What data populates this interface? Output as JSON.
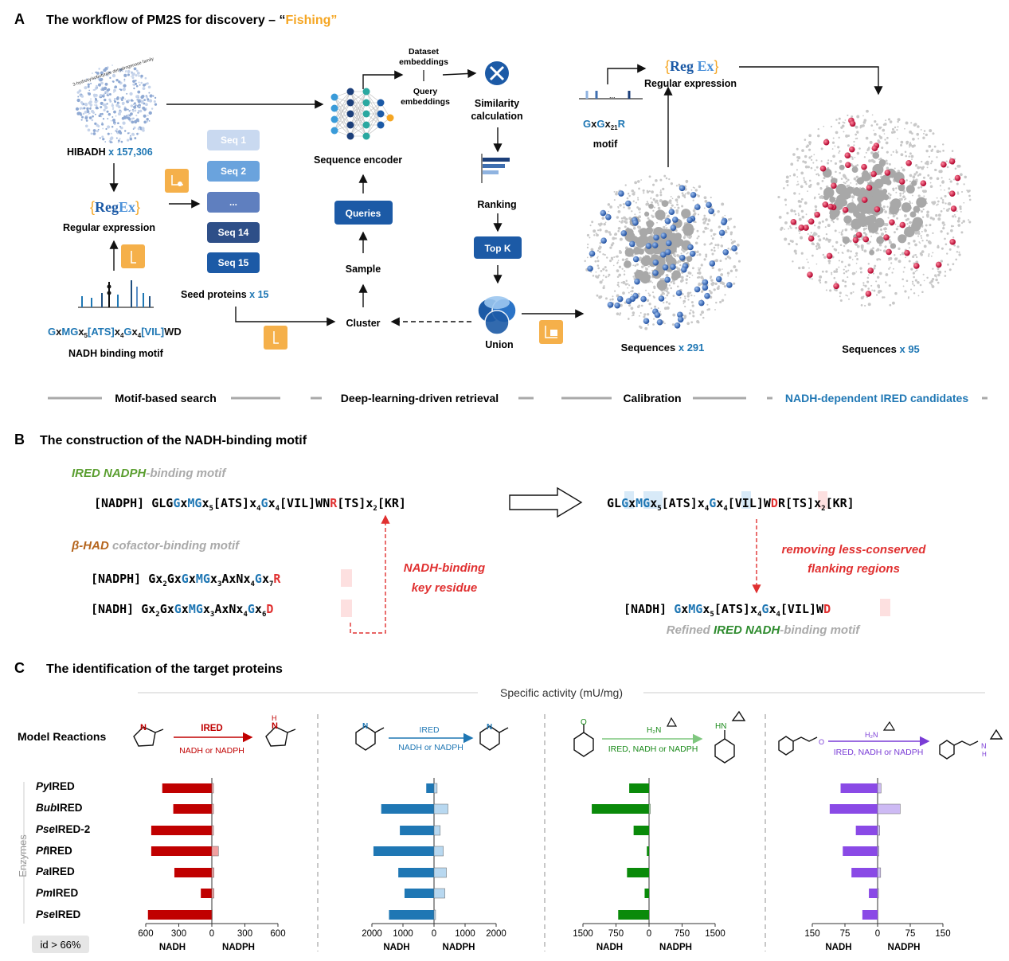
{
  "colors": {
    "blue": "#1f77b4",
    "dark_blue": "#1c5aa6",
    "orange": "#f5a623",
    "red": "#c00000",
    "green": "#1a8a1a",
    "purple": "#7a3cd6",
    "gray": "#9a9a9a",
    "motif_red": "#e03030",
    "motif_blue": "#1f77b4"
  },
  "panel_a": {
    "letter": "A",
    "title_prefix": "The workflow of PM2S for discovery – “",
    "title_highlight": "Fishing",
    "title_suffix": "”",
    "family_label": "3-hydroxyisobutyrate dehydrogenase family",
    "hibadh_label": "HIBADH",
    "hibadh_count": "x 157,306",
    "regex_brace_open": "{",
    "regex_reg": "Reg",
    "regex_ex": "Ex",
    "regex_brace_close": "}",
    "regular_expression": "Regular expression",
    "motif_text": "GxMGx5[ATS]x4Gx4[VIL]WD",
    "nadh_binding_motif": "NADH binding motif",
    "seqs": [
      "Seq 1",
      "Seq 2",
      "...",
      "Seq 14",
      "Seq 15"
    ],
    "seed_proteins": "Seed proteins",
    "seed_count": "x 15",
    "cluster": "Cluster",
    "sample": "Sample",
    "queries": "Queries",
    "sequence_encoder": "Sequence encoder",
    "dataset_embeddings": "Dataset embeddings",
    "query_embeddings": "Query embeddings",
    "similarity_calc": "Similarity calculation",
    "ranking": "Ranking",
    "top_k": "Top K",
    "union": "Union",
    "sequences_291_label": "Sequences",
    "sequences_291_count": "x 291",
    "motif2_label": "GxGx21R",
    "motif_word": "motif",
    "regular_expression2": "Regular expression",
    "sequences_95_label": "Sequences",
    "sequences_95_count": "x 95",
    "stages": [
      "Motif-based search",
      "Deep-learning-driven retrieval",
      "Calibration",
      "NADH-dependent IRED candidates"
    ]
  },
  "panel_b": {
    "letter": "B",
    "title": "The construction of the NADH-binding motif",
    "ired_label_1": "IRED NADPH",
    "ired_label_2": "-binding motif",
    "ired_line_tag": "[NADPH]",
    "ired_line": "GLGxMGx5[ATS]x4Gx4[VIL]WNR[TS]x2[KR]",
    "bhad_label_1": "β-HAD",
    "bhad_label_2": "cofactor-binding motif",
    "bhad_nadph_tag": "[NADPH]",
    "bhad_nadph": "Gx2GxGxMGx3AxNx4Gx7R",
    "bhad_nadh_tag": "[NADH]",
    "bhad_nadh": "Gx2GxGxMGx3AxNx4Gx6D",
    "key_residue_1": "NADH-binding",
    "key_residue_2": "key residue",
    "right_motif": "GLGxMGx5[ATS]x4Gx4[VIL]WDR[TS]x2[KR]",
    "removing_1": "removing less-conserved",
    "removing_2": "flanking regions",
    "final_tag": "[NADH]",
    "final_motif": "GxMGx5[ATS]x4Gx4[VIL]WD",
    "refined_1": "Refined ",
    "refined_2": "IRED NADH",
    "refined_3": "-binding motif"
  },
  "panel_c": {
    "letter": "C",
    "title": "The identification of the target proteins",
    "specific_activity": "Specific activity (mU/mg)",
    "model_reactions": "Model Reactions",
    "enzymes_axis": "Enzymes",
    "id_label": "id > 66%",
    "enzymes": [
      {
        "italic": "Py",
        "rest": "IRED"
      },
      {
        "italic": "Bub",
        "rest": "IRED"
      },
      {
        "italic": "Pse",
        "rest": "IRED-2"
      },
      {
        "italic": "Pf",
        "rest": "IRED"
      },
      {
        "italic": "Pa",
        "rest": "IRED"
      },
      {
        "italic": "Pm",
        "rest": "IRED"
      },
      {
        "italic": "Pse",
        "rest": "IRED"
      }
    ],
    "reactions": [
      {
        "top": "IRED",
        "bottom": "NADH or NADPH"
      },
      {
        "top": "IRED",
        "bottom": "NADH or NADPH"
      },
      {
        "top": "",
        "bottom": "IRED, NADH or NADPH"
      },
      {
        "top": "",
        "bottom": "IRED, NADH or NADPH"
      }
    ],
    "nadh_label": "NADH",
    "nadph_label": "NADPH"
  },
  "chart_data": [
    {
      "type": "bar",
      "orientation": "horizontal-diverging",
      "categories": [
        "PyIRED",
        "BubIRED",
        "PseIRED-2",
        "PfIRED",
        "PaIRED",
        "PmIRED",
        "PseIRED"
      ],
      "series": [
        {
          "name": "NADH",
          "values": [
            450,
            350,
            550,
            550,
            340,
            100,
            580
          ]
        },
        {
          "name": "NADPH",
          "values": [
            15,
            15,
            15,
            60,
            20,
            20,
            5
          ]
        }
      ],
      "ticks": [
        "600",
        "300",
        "0",
        "300",
        "600"
      ],
      "max": 600,
      "xlabel_left": "NADH",
      "xlabel_right": "NADPH"
    },
    {
      "type": "bar",
      "orientation": "horizontal-diverging",
      "categories": [
        "PyIRED",
        "BubIRED",
        "PseIRED-2",
        "PfIRED",
        "PaIRED",
        "PmIRED",
        "PseIRED"
      ],
      "series": [
        {
          "name": "NADH",
          "values": [
            250,
            1700,
            1100,
            1950,
            1150,
            950,
            1450
          ]
        },
        {
          "name": "NADPH",
          "values": [
            100,
            450,
            200,
            300,
            400,
            350,
            50
          ]
        }
      ],
      "ticks": [
        "2000",
        "1000",
        "0",
        "1000",
        "2000"
      ],
      "max": 2000,
      "xlabel_left": "NADH",
      "xlabel_right": "NADPH"
    },
    {
      "type": "bar",
      "orientation": "horizontal-diverging",
      "categories": [
        "PyIRED",
        "BubIRED",
        "PseIRED-2",
        "PfIRED",
        "PaIRED",
        "PmIRED",
        "PseIRED"
      ],
      "series": [
        {
          "name": "NADH",
          "values": [
            450,
            1300,
            350,
            50,
            500,
            100,
            700
          ]
        },
        {
          "name": "NADPH",
          "values": [
            0,
            30,
            0,
            0,
            0,
            0,
            0
          ]
        }
      ],
      "ticks": [
        "1500",
        "750",
        "0",
        "750",
        "1500"
      ],
      "max": 1500,
      "xlabel_left": "NADH",
      "xlabel_right": "NADPH"
    },
    {
      "type": "bar",
      "orientation": "horizontal-diverging",
      "categories": [
        "PyIRED",
        "BubIRED",
        "PseIRED-2",
        "PfIRED",
        "PaIRED",
        "PmIRED",
        "PseIRED"
      ],
      "series": [
        {
          "name": "NADH",
          "values": [
            85,
            110,
            50,
            80,
            60,
            20,
            35
          ]
        },
        {
          "name": "NADPH",
          "values": [
            8,
            52,
            5,
            3,
            7,
            2,
            0
          ]
        }
      ],
      "ticks": [
        "150",
        "75",
        "0",
        "75",
        "150"
      ],
      "max": 150,
      "xlabel_left": "NADH",
      "xlabel_right": "NADPH"
    }
  ]
}
